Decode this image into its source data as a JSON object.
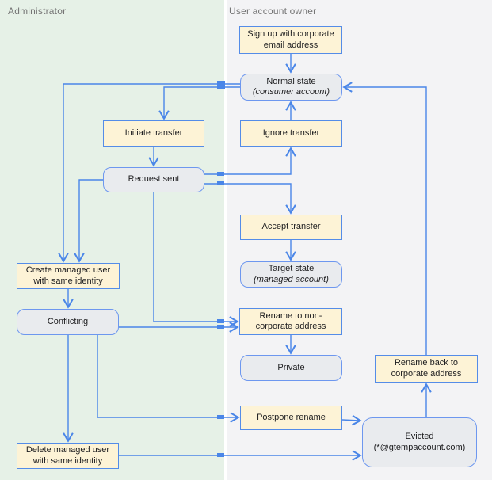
{
  "lanes": {
    "admin": {
      "label": "Administrator"
    },
    "user": {
      "label": "User account owner"
    }
  },
  "nodes": {
    "signup": {
      "label": "Sign up with corporate email address",
      "type": "action"
    },
    "normal": {
      "label": "Normal state",
      "sub": "(consumer account)",
      "type": "state"
    },
    "initiate": {
      "label": "Initiate transfer",
      "type": "action"
    },
    "ignore": {
      "label": "Ignore transfer",
      "type": "action"
    },
    "request": {
      "label": "Request sent",
      "type": "state"
    },
    "accept": {
      "label": "Accept transfer",
      "type": "action"
    },
    "target": {
      "label": "Target state",
      "sub": "(managed account)",
      "type": "state"
    },
    "create": {
      "label": "Create managed user with same identity",
      "type": "action"
    },
    "conflicting": {
      "label": "Conflicting",
      "type": "state"
    },
    "rename_non": {
      "label": "Rename to non-corporate address",
      "type": "action"
    },
    "private": {
      "label": "Private",
      "type": "state"
    },
    "rename_back": {
      "label": "Rename back to corporate address",
      "type": "action"
    },
    "postpone": {
      "label": "Postpone rename",
      "type": "action"
    },
    "evicted": {
      "label": "Evicted",
      "sub": "(*@gtempaccount.com)",
      "type": "state"
    },
    "delete": {
      "label": "Delete managed user with same identity",
      "type": "action"
    }
  },
  "edges": [
    {
      "from": "signup",
      "to": "normal"
    },
    {
      "from": "normal",
      "to": "create"
    },
    {
      "from": "normal",
      "to": "initiate"
    },
    {
      "from": "initiate",
      "to": "request"
    },
    {
      "from": "request",
      "to": "ignore"
    },
    {
      "from": "ignore",
      "to": "normal"
    },
    {
      "from": "request",
      "to": "accept"
    },
    {
      "from": "accept",
      "to": "target"
    },
    {
      "from": "request",
      "to": "create"
    },
    {
      "from": "request",
      "to": "rename_non"
    },
    {
      "from": "conflicting",
      "to": "rename_non"
    },
    {
      "from": "create",
      "to": "conflicting"
    },
    {
      "from": "conflicting",
      "to": "delete"
    },
    {
      "from": "conflicting",
      "to": "postpone"
    },
    {
      "from": "rename_non",
      "to": "private"
    },
    {
      "from": "postpone",
      "to": "evicted"
    },
    {
      "from": "delete",
      "to": "evicted"
    },
    {
      "from": "evicted",
      "to": "rename_back"
    },
    {
      "from": "rename_back",
      "to": "normal"
    }
  ],
  "colors": {
    "edge_blue": "#4a86e8",
    "action_fill": "#fdf3d6",
    "action_border": "#548ce8",
    "state_fill": "#e9ebee",
    "state_border": "#6d97ef",
    "lane_admin_bg": "#e6f1e7",
    "lane_user_bg": "#f3f3f5",
    "lane_label_text": "#757575"
  }
}
